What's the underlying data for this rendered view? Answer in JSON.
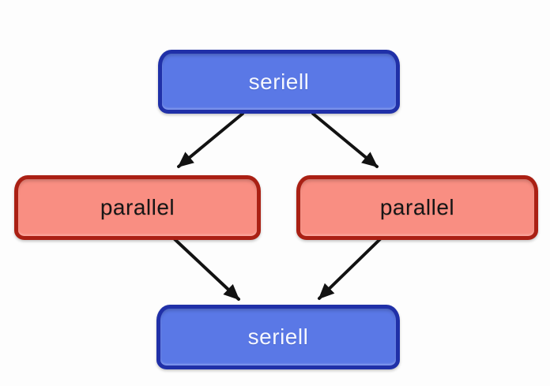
{
  "page": {
    "background": "#FDFDFD"
  },
  "diagram": {
    "arrow_color": "#121212",
    "nodes": [
      {
        "id": "seriell-top",
        "label": "seriell",
        "fill": "#5A78E6",
        "border": "#2030A8",
        "text_color": "#F5F7FF"
      },
      {
        "id": "parallel-left",
        "label": "parallel",
        "fill": "#F98E82",
        "border": "#AA2014",
        "text_color": "#161616"
      },
      {
        "id": "parallel-right",
        "label": "parallel",
        "fill": "#F98E82",
        "border": "#AA2014",
        "text_color": "#161616"
      },
      {
        "id": "seriell-bottom",
        "label": "seriell",
        "fill": "#5A78E6",
        "border": "#2030A8",
        "text_color": "#F5F7FF"
      }
    ],
    "edges": [
      {
        "from": "seriell-top",
        "to": "parallel-left"
      },
      {
        "from": "seriell-top",
        "to": "parallel-right"
      },
      {
        "from": "parallel-left",
        "to": "seriell-bottom"
      },
      {
        "from": "parallel-right",
        "to": "seriell-bottom"
      }
    ]
  }
}
